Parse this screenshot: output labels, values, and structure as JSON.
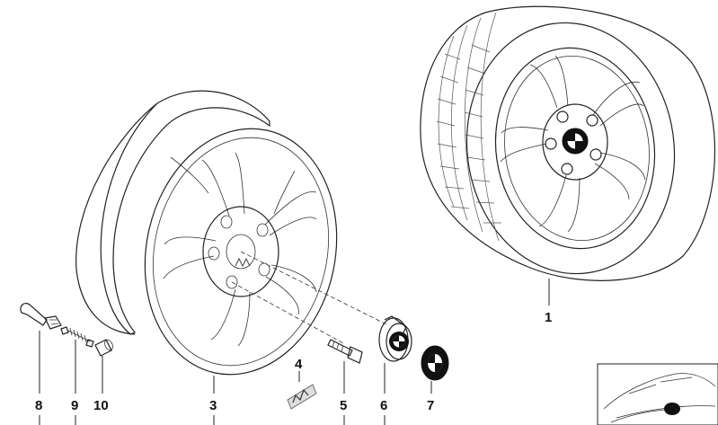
{
  "callouts": {
    "c1": "1",
    "c3": "3",
    "c4": "4",
    "c5": "5",
    "c6": "6",
    "c7": "7",
    "c8": "8",
    "c9": "9",
    "c10": "10"
  },
  "colors": {
    "line": "#222222",
    "background": "#ffffff",
    "badge_dark": "#111111"
  }
}
